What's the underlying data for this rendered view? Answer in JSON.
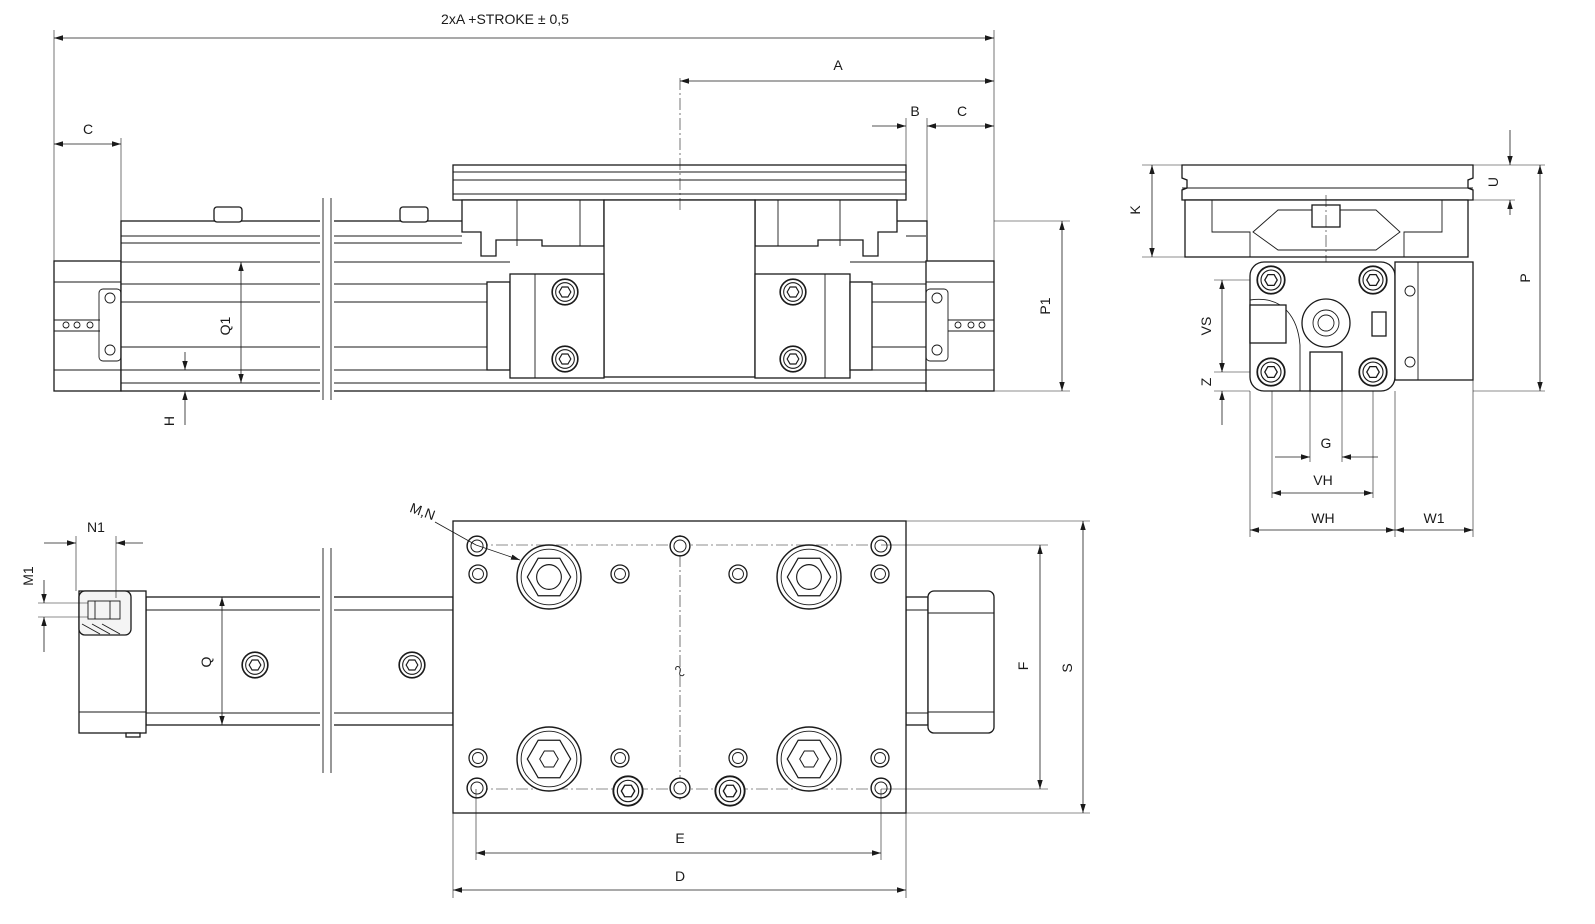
{
  "labels": {
    "total_length": "2xA +STROKE ± 0,5",
    "a": "A",
    "b": "B",
    "c_right": "C",
    "c_left": "C",
    "p1": "P1",
    "q1": "Q1",
    "h": "H",
    "k": "K",
    "u": "U",
    "p": "P",
    "vs": "VS",
    "z": "Z",
    "g": "G",
    "vh": "VH",
    "wh": "WH",
    "w1": "W1",
    "mn": "M,N",
    "n1": "N1",
    "m1": "M1",
    "q": "Q",
    "f": "F",
    "s": "S",
    "e": "E",
    "d": "D"
  },
  "colors": {
    "line": "#1a1a1a",
    "background": "#ffffff"
  }
}
